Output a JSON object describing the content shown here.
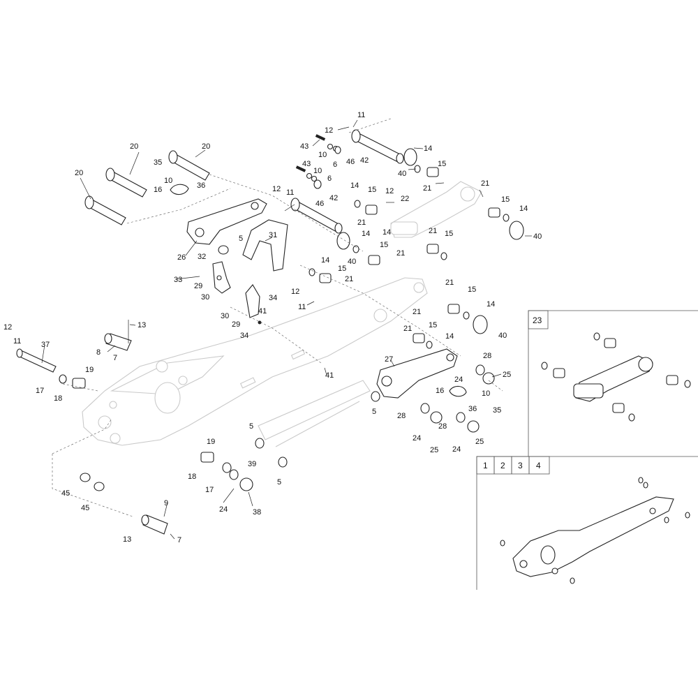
{
  "colors": {
    "line": "#222222",
    "ghost": "#c9c9c9",
    "background": "#ffffff"
  },
  "callouts": [
    {
      "id": "c1",
      "text": "11"
    },
    {
      "id": "c2",
      "text": "12"
    },
    {
      "id": "c3",
      "text": "43"
    },
    {
      "id": "c4",
      "text": "10"
    },
    {
      "id": "c5",
      "text": "6"
    },
    {
      "id": "c6",
      "text": "46"
    },
    {
      "id": "c7",
      "text": "42"
    },
    {
      "id": "c8",
      "text": "40"
    },
    {
      "id": "c9",
      "text": "14"
    },
    {
      "id": "c10",
      "text": "15"
    },
    {
      "id": "c11",
      "text": "21"
    },
    {
      "id": "c12",
      "text": "43"
    },
    {
      "id": "c13",
      "text": "10"
    },
    {
      "id": "c14",
      "text": "6"
    },
    {
      "id": "c15",
      "text": "46"
    },
    {
      "id": "c16",
      "text": "12"
    },
    {
      "id": "c17",
      "text": "11"
    },
    {
      "id": "c18",
      "text": "42"
    },
    {
      "id": "c19",
      "text": "14"
    },
    {
      "id": "c20",
      "text": "15"
    },
    {
      "id": "c21",
      "text": "12"
    },
    {
      "id": "c22",
      "text": "22"
    },
    {
      "id": "c23",
      "text": "21"
    },
    {
      "id": "c24",
      "text": "14"
    },
    {
      "id": "c25",
      "text": "15"
    },
    {
      "id": "c26",
      "text": "21"
    },
    {
      "id": "c27",
      "text": "21"
    },
    {
      "id": "c28",
      "text": "15"
    },
    {
      "id": "c29",
      "text": "14"
    },
    {
      "id": "c30",
      "text": "40"
    },
    {
      "id": "c31",
      "text": "20"
    },
    {
      "id": "c32",
      "text": "20"
    },
    {
      "id": "c33",
      "text": "20"
    },
    {
      "id": "c34",
      "text": "35"
    },
    {
      "id": "c35",
      "text": "10"
    },
    {
      "id": "c36",
      "text": "36"
    },
    {
      "id": "c37",
      "text": "16"
    },
    {
      "id": "c38",
      "text": "26"
    },
    {
      "id": "c39",
      "text": "5"
    },
    {
      "id": "c40",
      "text": "31"
    },
    {
      "id": "c41",
      "text": "40"
    },
    {
      "id": "c42",
      "text": "14"
    },
    {
      "id": "c43",
      "text": "15"
    },
    {
      "id": "c44",
      "text": "21"
    },
    {
      "id": "c45",
      "text": "21"
    },
    {
      "id": "c46",
      "text": "15"
    },
    {
      "id": "c47",
      "text": "14"
    },
    {
      "id": "c48",
      "text": "21"
    },
    {
      "id": "c49",
      "text": "21"
    },
    {
      "id": "c50",
      "text": "15"
    },
    {
      "id": "c51",
      "text": "14"
    },
    {
      "id": "c52",
      "text": "40"
    },
    {
      "id": "c53",
      "text": "21"
    },
    {
      "id": "c54",
      "text": "15"
    },
    {
      "id": "c55",
      "text": "14"
    },
    {
      "id": "c56",
      "text": "32"
    },
    {
      "id": "c57",
      "text": "33"
    },
    {
      "id": "c58",
      "text": "29"
    },
    {
      "id": "c59",
      "text": "30"
    },
    {
      "id": "c60",
      "text": "12"
    },
    {
      "id": "c61",
      "text": "11"
    },
    {
      "id": "c62",
      "text": "34"
    },
    {
      "id": "c63",
      "text": "41"
    },
    {
      "id": "c64",
      "text": "30"
    },
    {
      "id": "c65",
      "text": "29"
    },
    {
      "id": "c66",
      "text": "34"
    },
    {
      "id": "c67",
      "text": "12"
    },
    {
      "id": "c68",
      "text": "11"
    },
    {
      "id": "c69",
      "text": "37"
    },
    {
      "id": "c70",
      "text": "13"
    },
    {
      "id": "c71",
      "text": "8"
    },
    {
      "id": "c72",
      "text": "7"
    },
    {
      "id": "c73",
      "text": "19"
    },
    {
      "id": "c74",
      "text": "17"
    },
    {
      "id": "c75",
      "text": "18"
    },
    {
      "id": "c76",
      "text": "41"
    },
    {
      "id": "c77",
      "text": "27"
    },
    {
      "id": "c78",
      "text": "28"
    },
    {
      "id": "c79",
      "text": "25"
    },
    {
      "id": "c80",
      "text": "24"
    },
    {
      "id": "c81",
      "text": "16"
    },
    {
      "id": "c82",
      "text": "10"
    },
    {
      "id": "c83",
      "text": "36"
    },
    {
      "id": "c84",
      "text": "35"
    },
    {
      "id": "c85",
      "text": "5"
    },
    {
      "id": "c86",
      "text": "28"
    },
    {
      "id": "c87",
      "text": "28"
    },
    {
      "id": "c88",
      "text": "24"
    },
    {
      "id": "c89",
      "text": "25"
    },
    {
      "id": "c90",
      "text": "24"
    },
    {
      "id": "c91",
      "text": "25"
    },
    {
      "id": "c92",
      "text": "5"
    },
    {
      "id": "c93",
      "text": "19"
    },
    {
      "id": "c94",
      "text": "39"
    },
    {
      "id": "c95",
      "text": "18"
    },
    {
      "id": "c96",
      "text": "17"
    },
    {
      "id": "c97",
      "text": "5"
    },
    {
      "id": "c98",
      "text": "24"
    },
    {
      "id": "c99",
      "text": "38"
    },
    {
      "id": "c100",
      "text": "45"
    },
    {
      "id": "c101",
      "text": "45"
    },
    {
      "id": "c102",
      "text": "9"
    },
    {
      "id": "c103",
      "text": "13"
    },
    {
      "id": "c104",
      "text": "7"
    }
  ],
  "detail_box": {
    "label": "23"
  },
  "overview_box": {
    "tabs": [
      "1",
      "2",
      "3",
      "4"
    ]
  }
}
